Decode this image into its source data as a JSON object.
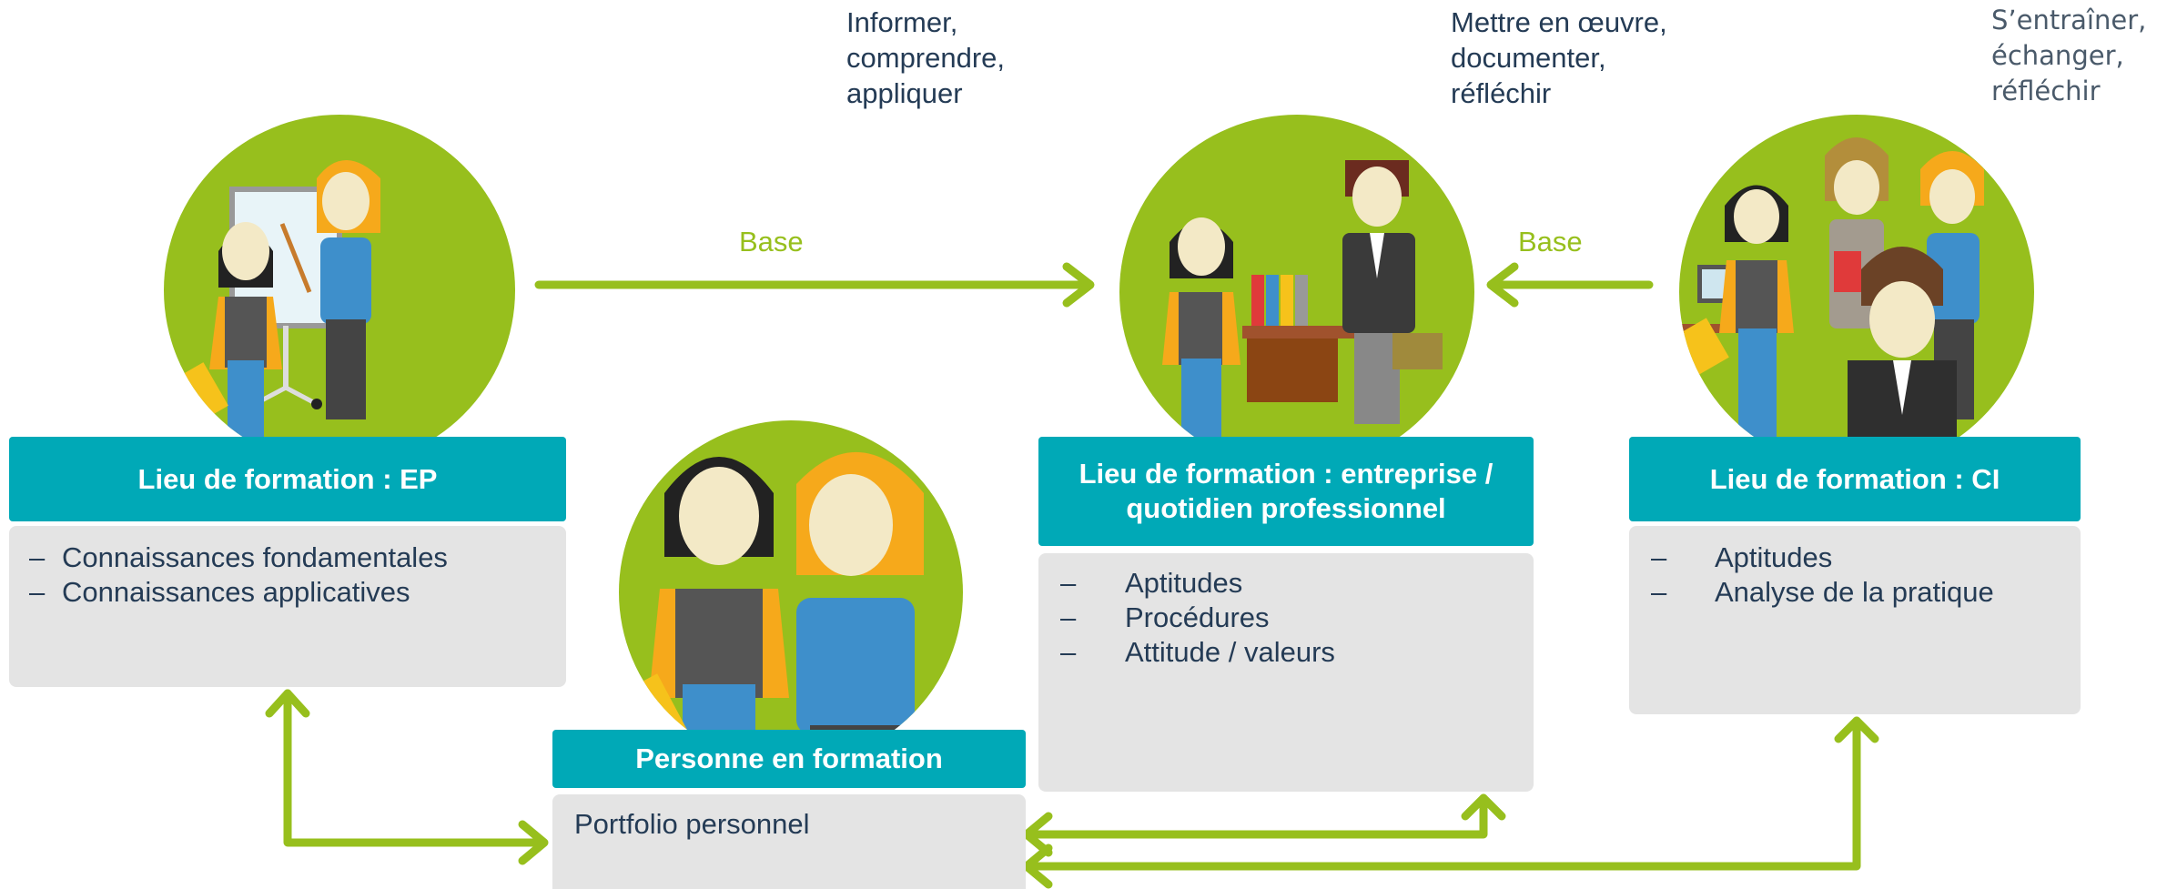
{
  "captions": {
    "col2": "Informer,\ncomprendre,\nappliquer",
    "col3": "Mettre en œuvre,\ndocumenter,\nréfléchir",
    "col4": "S’entraîner,\néchanger,\nréfléchir"
  },
  "arrows": {
    "base_left": "Base",
    "base_right": "Base"
  },
  "ep": {
    "title": "Lieu de formation : EP",
    "items": [
      "Connaissances fondamentales",
      "Connaissances applicatives"
    ]
  },
  "entreprise": {
    "title": "Lieu de formation : entreprise / quotidien professionnel",
    "items": [
      "Aptitudes",
      "Procédures",
      "Attitude / valeurs"
    ]
  },
  "ci": {
    "title": "Lieu de formation : CI",
    "items": [
      "Aptitudes",
      "Analyse de la pratique"
    ]
  },
  "personne": {
    "title": "Personne en formation",
    "content": "Portfolio personnel"
  },
  "list_marker": "–",
  "colors": {
    "green": "#97bf1d",
    "teal": "#00a9b7",
    "box_grey": "#e4e4e4",
    "text": "#243b55"
  }
}
